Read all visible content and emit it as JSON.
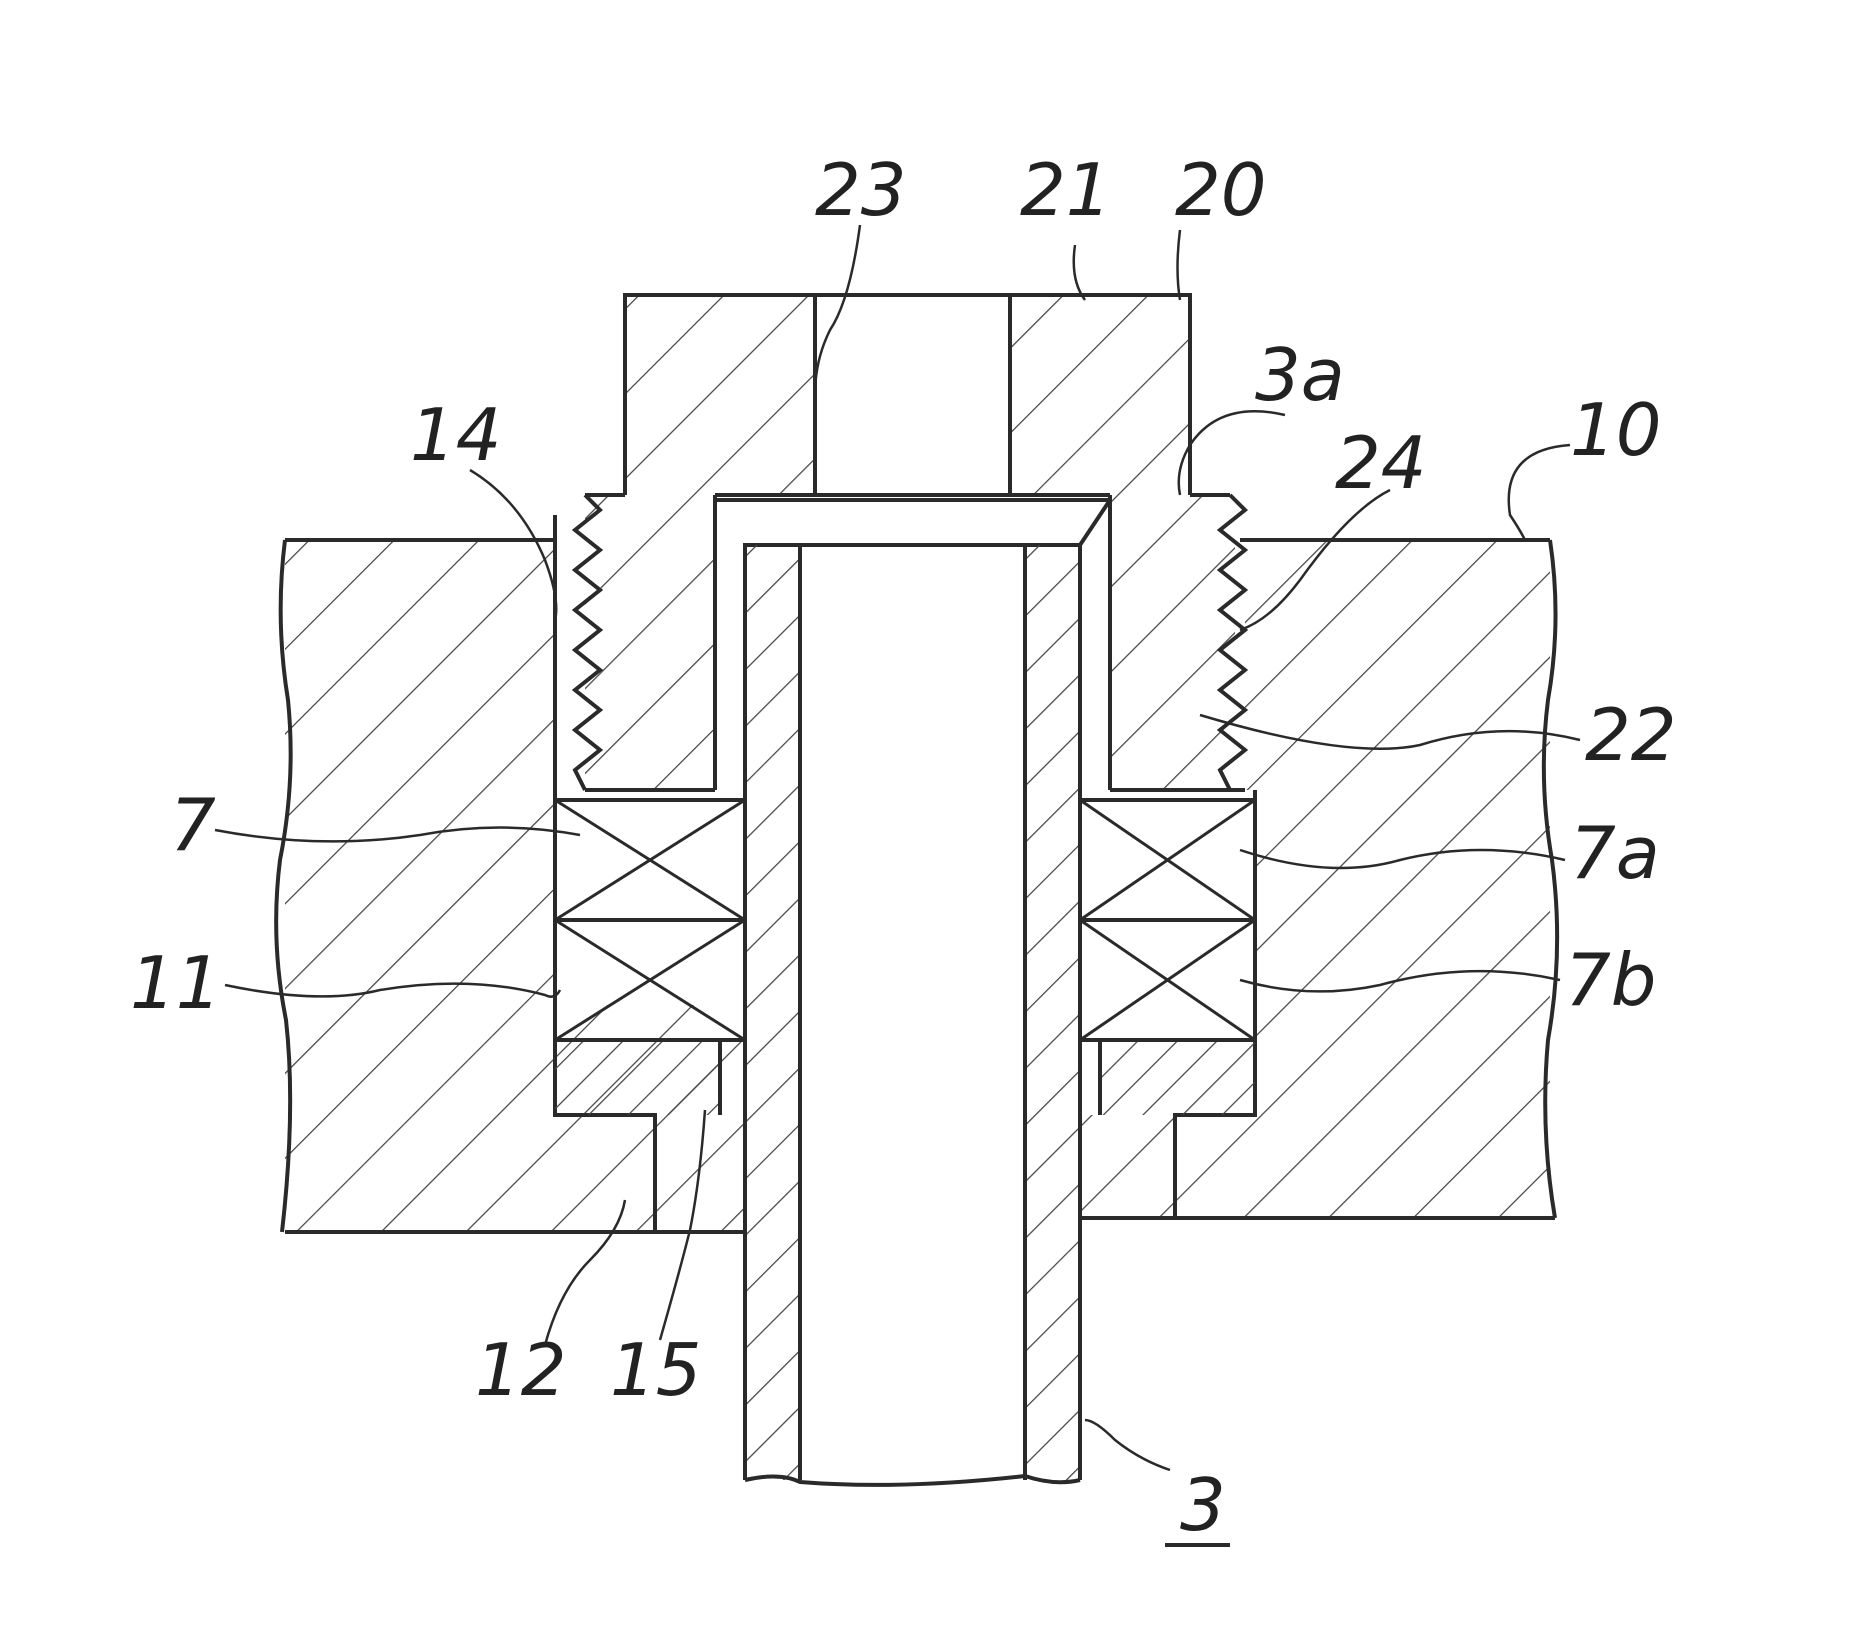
{
  "figure": {
    "labels": {
      "l23": "23",
      "l21": "21",
      "l20": "20",
      "l3a": "3a",
      "l14": "14",
      "l24": "24",
      "l10": "10",
      "l22": "22",
      "l7": "7",
      "l7a": "7a",
      "l11": "11",
      "l7b": "7b",
      "l12": "12",
      "l15": "15",
      "l3": "3"
    },
    "colors": {
      "line": "#2a2a2a",
      "background": "#ffffff"
    }
  }
}
